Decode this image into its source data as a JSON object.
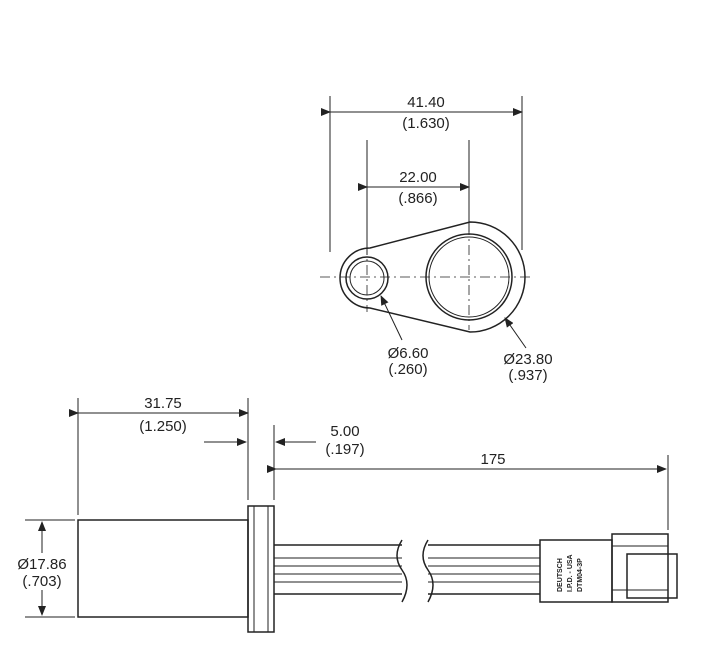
{
  "flange": {
    "overall_width": {
      "mm": "41.40",
      "in": "(1.630)"
    },
    "hole_spacing": {
      "mm": "22.00",
      "in": "(.866)"
    },
    "small_hole": {
      "mm": "Ø6.60",
      "in": "(.260)"
    },
    "large_hole": {
      "mm": "Ø23.80",
      "in": "(.937)"
    }
  },
  "sensor": {
    "body_length": {
      "mm": "31.75",
      "in": "(1.250)"
    },
    "flange_offset": {
      "mm": "5.00",
      "in": "(.197)"
    },
    "cable_length": {
      "mm": "175"
    },
    "body_diameter": {
      "mm": "Ø17.86",
      "in": "(.703)"
    }
  },
  "connector_label": [
    "DEUTSCH",
    "I.P.D. - USA",
    "DTM04-3P"
  ]
}
